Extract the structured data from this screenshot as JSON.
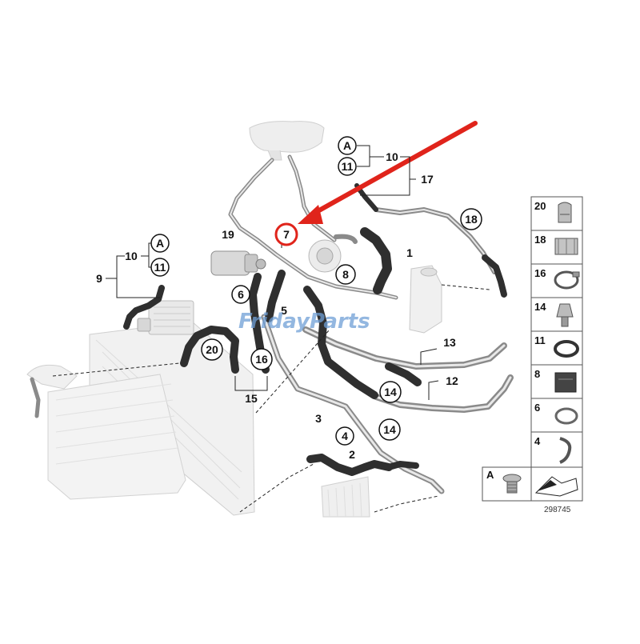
{
  "diagram": {
    "labels": {
      "p1": "1",
      "p2": "2",
      "p3": "3",
      "p4": "4",
      "p5": "5",
      "p6": "6",
      "p7": "7",
      "p8": "8",
      "p9": "9",
      "p10a": "10",
      "p10b": "10",
      "p11a": "11",
      "p11b": "11",
      "p12": "12",
      "p13": "13",
      "p14a": "14",
      "p14b": "14",
      "p15": "15",
      "p16": "16",
      "p17": "17",
      "p18": "18",
      "p19": "19",
      "p20": "20",
      "pAa": "A",
      "pAb": "A"
    },
    "parts_table": {
      "rows": [
        "20",
        "18",
        "16",
        "14",
        "11",
        "8",
        "6",
        "4"
      ],
      "bottom_label": "A"
    },
    "reference_number": "298745",
    "watermark": "FridayParts",
    "colors": {
      "highlight": "#e0241b",
      "hose": "#2f2f2f",
      "pipe": "#8a8a8a",
      "watermark": "#6f9fd6"
    }
  }
}
